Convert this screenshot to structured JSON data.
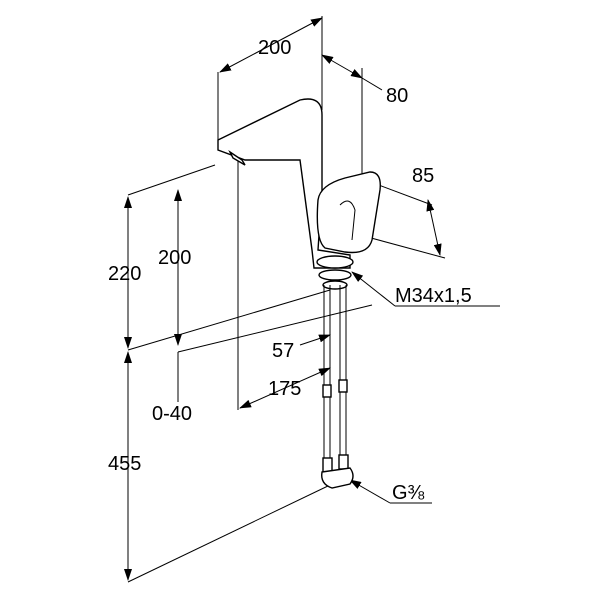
{
  "title": "Faucet dimension drawing",
  "dimensions": {
    "spout_reach": "200",
    "body_depth": "80",
    "handle_height": "85",
    "total_height_above_deck": "220",
    "spout_height": "200",
    "connection_thread": "M34x1,5",
    "deck_offset": "57",
    "spout_projection": "175",
    "deck_thickness": "0-40",
    "hose_length": "455",
    "hose_connection": "G⅜"
  },
  "colors": {
    "line": "#000000",
    "background": "#ffffff"
  }
}
